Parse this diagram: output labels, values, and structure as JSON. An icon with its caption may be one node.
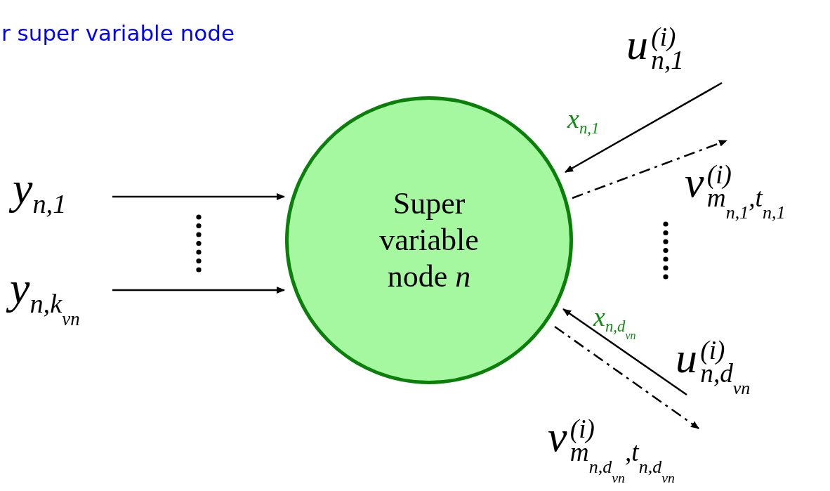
{
  "diagram": {
    "nodes": [
      {
        "text": [
          "Super variable node *n*"
        ]
      },
      {
        "text": [
          "y$_{n,1}$"
        ]
      },
      {
        "text": [
          "y$_{n,k}$$_{vn}$"
        ]
      },
      {
        "text": [
          "u$^{(i)}$$_{n,1}$"
        ]
      },
      {
        "text": [
          "v$^{(i)}$$_{m}$$_{n,1}$$_{,t}$$_{n,1}$"
        ]
      },
      {
        "text": [
          "u$^{(i)}$$_{n,d}$$_{vn}$"
        ]
      },
      {
        "text": [
          "v$^{(i)}$$_{m}$$_{n,d}$$_{vn}$$_{,t}$$_{n,d}$$_{vn}$"
        ]
      }
    ],
    "edges": [
      {
        "from": 1,
        "to": 0,
        "arrow": "to"
      },
      {
        "from": 2,
        "to": 0,
        "arrow": "to"
      },
      {
        "from": 3,
        "to": 0,
        "arrow": "to",
        "label": "x$_{n,1}$"
      },
      {
        "from": 0,
        "to": 4,
        "arrow": "to",
        "style": "dashed"
      },
      {
        "from": 5,
        "to": 0,
        "arrow": "to",
        "label": "x$_{n,d}$$_{vn}$"
      },
      {
        "from": 0,
        "to": 6,
        "arrow": "to",
        "style": "dashed"
      }
    ],
    "labels": [
      "r super variable node"
    ]
  }
}
